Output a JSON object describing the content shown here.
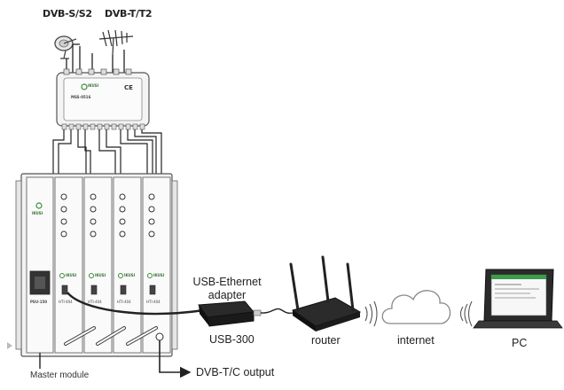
{
  "labels": {
    "dvb_s": "DVB-S/S2",
    "dvb_t": "DVB-T/T2",
    "usb_ethernet_line1": "USB-Ethernet",
    "usb_ethernet_line2": "adapter",
    "usb_300": "USB-300",
    "router": "router",
    "internet": "internet",
    "pc": "PC",
    "master_module": "Master module",
    "dvb_tc_output": "DVB-T/C output"
  },
  "device_text": {
    "brand": "IKUSI",
    "multiswitch_model": "MSS-0516",
    "psu_model": "PSU-150",
    "module_model": "HTI-404"
  },
  "colors": {
    "line": "#222222",
    "device_fill": "#f4f4f4",
    "device_stroke": "#555555",
    "brand_green": "#3d8b3d",
    "screen_green": "#3b9c4a"
  }
}
